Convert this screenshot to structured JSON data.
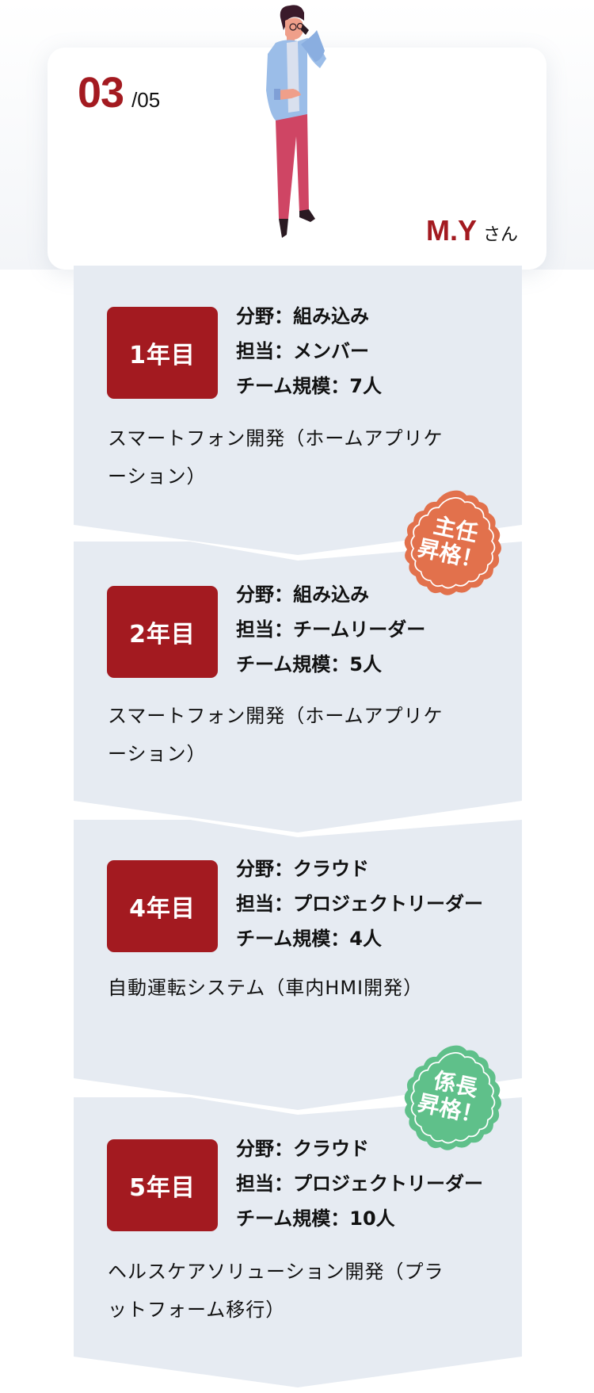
{
  "profile": {
    "index": "03",
    "total": "/05",
    "name_initials": "M.Y",
    "name_suffix": "さん",
    "illustration": "person-on-phone-illustration"
  },
  "colors": {
    "accent": "#a31a20",
    "section_bg": "#e6ebf2",
    "badge_orange": "#e2714c",
    "badge_green": "#5fc08a"
  },
  "timeline": [
    {
      "year": "1年目",
      "field": "分野：組み込み",
      "role": "担当：メンバー",
      "team": "チーム規模：7人",
      "desc_line1": "スマートフォン開発（ホームアプリケ",
      "desc_line2": "ーション）"
    },
    {
      "year": "2年目",
      "field": "分野：組み込み",
      "role": "担当：チームリーダー",
      "team": "チーム規模：5人",
      "desc_line1": "スマートフォン開発（ホームアプリケ",
      "desc_line2": "ーション）"
    },
    {
      "year": "4年目",
      "field": "分野：クラウド",
      "role": "担当：プロジェクトリーダー",
      "team": "チーム規模：4人",
      "desc_line1": "自動運転システム（車内HMI開発）",
      "desc_line2": ""
    },
    {
      "year": "5年目",
      "field": "分野：クラウド",
      "role": "担当：プロジェクトリーダー",
      "team": "チーム規模：10人",
      "desc_line1": "ヘルスケアソリューション開発（プラ",
      "desc_line2": "ットフォーム移行）"
    }
  ],
  "badges": [
    {
      "line1": "主任",
      "line2": "昇格！",
      "color": "#e2714c"
    },
    {
      "line1": "係長",
      "line2": "昇格！",
      "color": "#5fc08a"
    }
  ]
}
